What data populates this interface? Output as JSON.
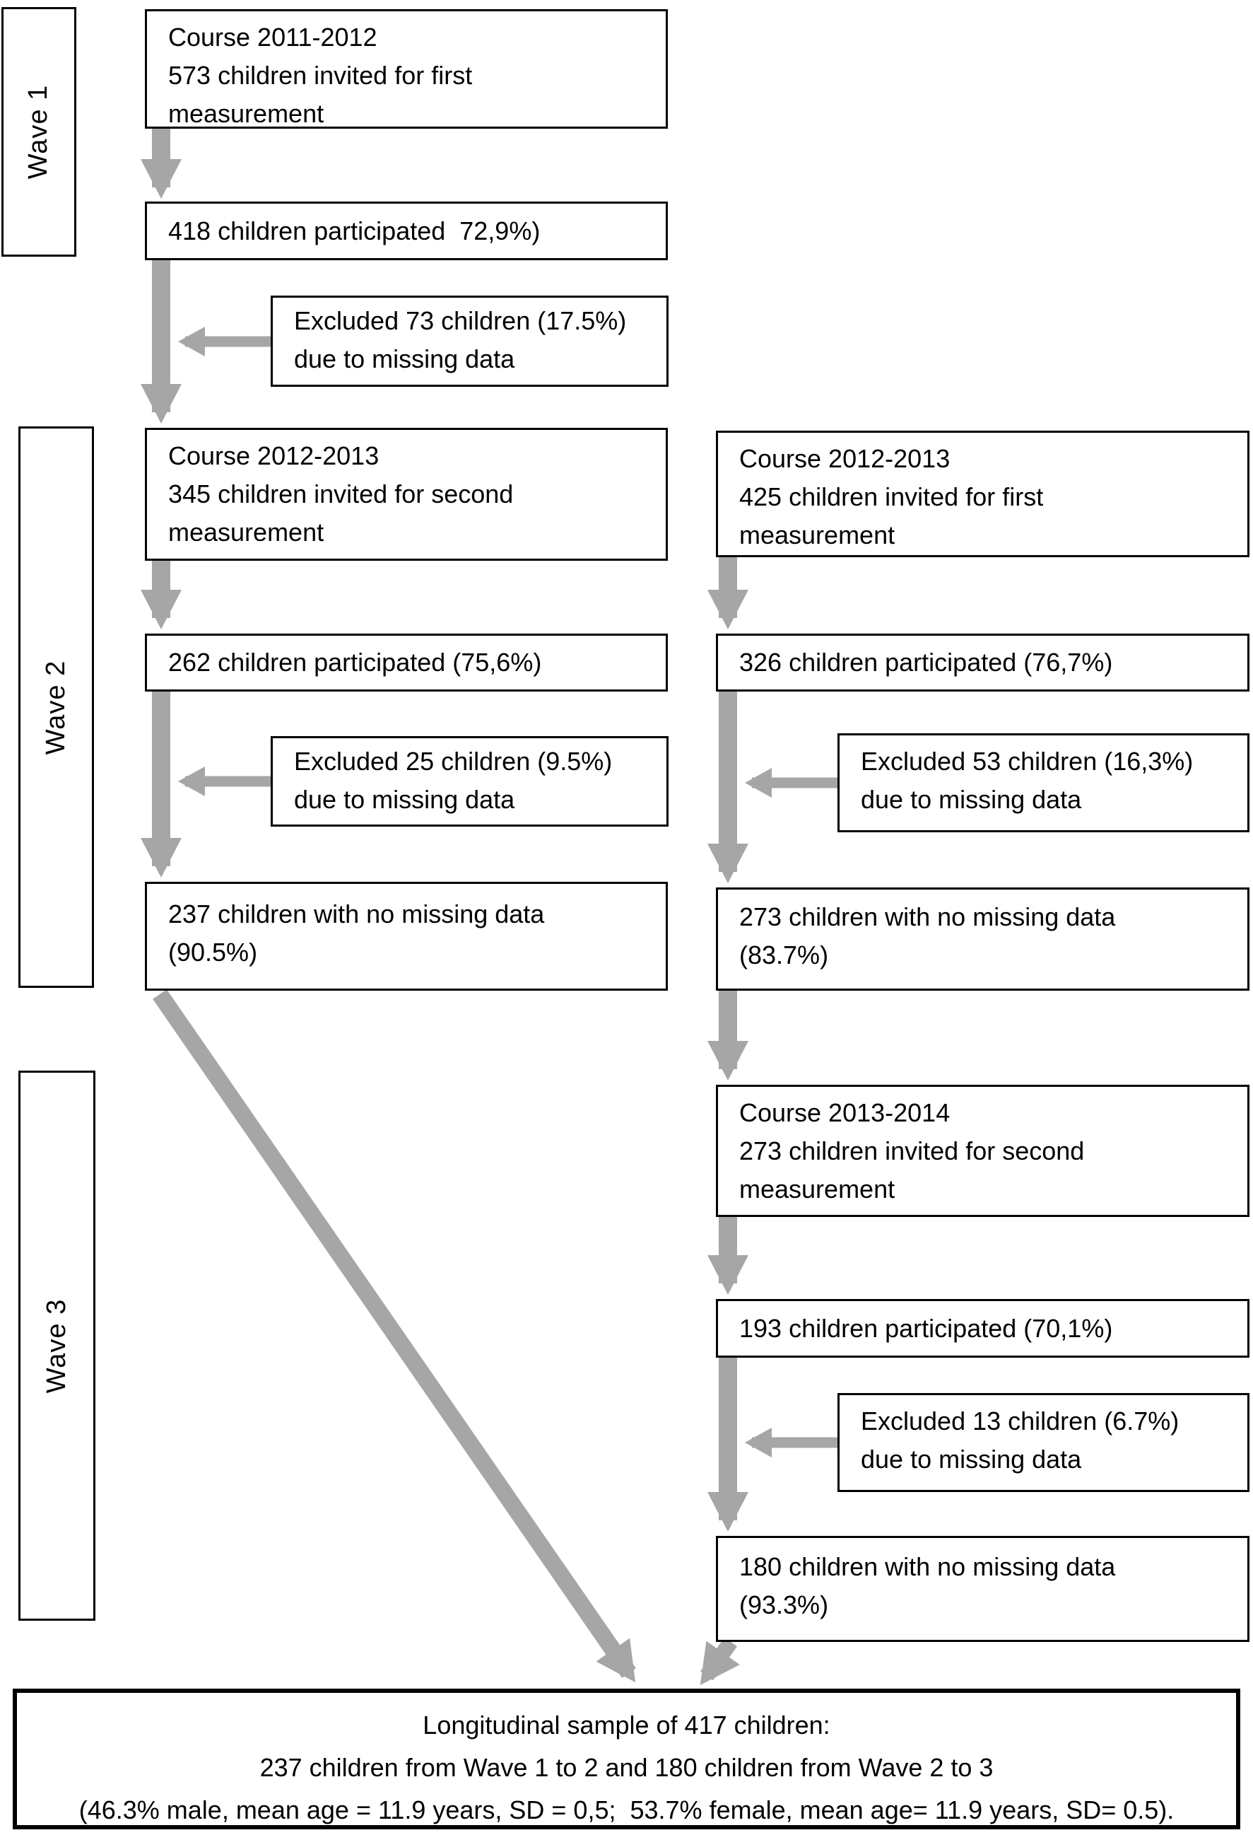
{
  "colors": {
    "arrow": "#a6a6a6",
    "box_border": "#000000",
    "background": "#ffffff",
    "text": "#000000"
  },
  "waves": {
    "w1": "Wave 1",
    "w2": "Wave 2",
    "w3": "Wave 3"
  },
  "boxes": {
    "w1_invited": {
      "lines": [
        "Course 2011-2012",
        "573 children invited for first",
        "measurement"
      ]
    },
    "w1_participated": {
      "lines": [
        "418 children participated  72,9%)"
      ]
    },
    "w1_excluded": {
      "lines": [
        "Excluded 73 children (17.5%)",
        "due to missing data"
      ]
    },
    "w2_invited_left": {
      "lines": [
        "Course 2012-2013",
        "345 children invited for second",
        "measurement"
      ]
    },
    "w2_participated_left": {
      "lines": [
        "262 children participated (75,6%)"
      ]
    },
    "w2_excluded_left": {
      "lines": [
        "Excluded 25 children (9.5%)",
        "due to missing data"
      ]
    },
    "w2_complete_left": {
      "lines": [
        "237 children with no missing data",
        "(90.5%)"
      ]
    },
    "w2_invited_right": {
      "lines": [
        "Course 2012-2013",
        "425 children invited for first",
        "measurement"
      ]
    },
    "w2_participated_right": {
      "lines": [
        "326 children participated (76,7%)"
      ]
    },
    "w2_excluded_right": {
      "lines": [
        "Excluded 53 children (16,3%)",
        "due to missing data"
      ]
    },
    "w2_complete_right": {
      "lines": [
        "273 children with no missing data",
        "(83.7%)"
      ]
    },
    "w3_invited": {
      "lines": [
        "Course 2013-2014",
        "273 children invited for second",
        "measurement"
      ]
    },
    "w3_participated": {
      "lines": [
        "193 children participated (70,1%)"
      ]
    },
    "w3_excluded": {
      "lines": [
        "Excluded 13 children (6.7%)",
        "due to missing data"
      ]
    },
    "w3_complete": {
      "lines": [
        "180 children with no missing data",
        "(93.3%)"
      ]
    },
    "final_sample": {
      "lines": [
        "Longitudinal sample of 417 children:",
        "237 children from Wave 1 to 2 and 180 children from Wave 2 to 3",
        "(46.3% male, mean age = 11.9 years, SD = 0,5;  53.7% female, mean age= 11.9 years, SD= 0.5)."
      ]
    }
  }
}
